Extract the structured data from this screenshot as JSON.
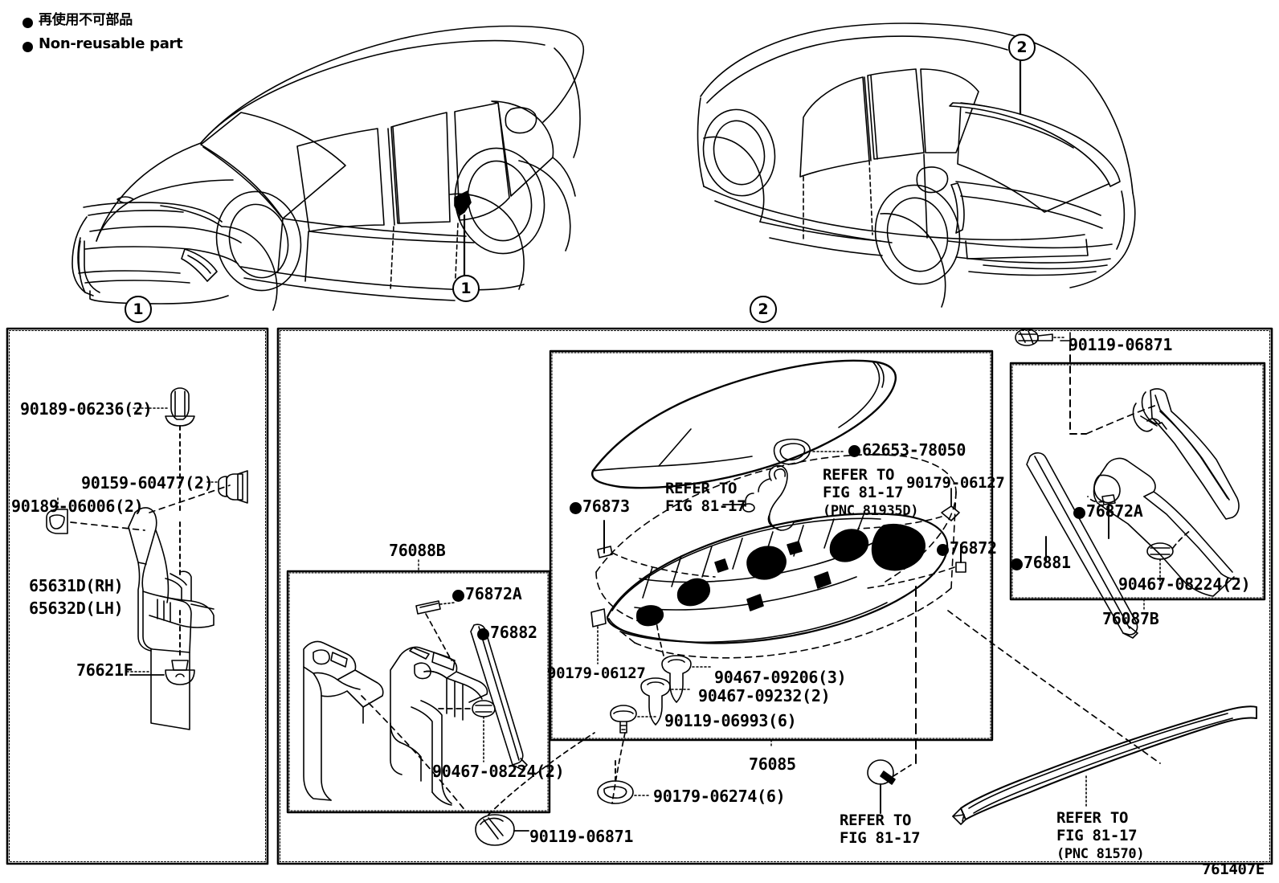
{
  "legend": {
    "jp": "再使用不可部品",
    "en": "Non-reusable part",
    "marker": "filled-circle"
  },
  "vehicle_views": [
    {
      "id": "view-1",
      "caption": "1",
      "callout": "1",
      "description": "front three-quarter view, left side"
    },
    {
      "id": "view-2",
      "caption": "2",
      "callout": "2",
      "description": "rear three-quarter view, right side"
    }
  ],
  "panels": {
    "left": {
      "name": "mudguard-panel",
      "labels": [
        {
          "key": "a",
          "text": "90189-06236(2)"
        },
        {
          "key": "b",
          "text": "90159-60477(2)"
        },
        {
          "key": "c",
          "text": "90189-06006(2)"
        },
        {
          "key": "d1",
          "text": "65631D(RH)"
        },
        {
          "key": "d2",
          "text": "65632D(LH)"
        },
        {
          "key": "e",
          "text": "76621F"
        }
      ]
    },
    "center": {
      "name": "spoiler-panel",
      "sub_76088b": {
        "title": "76088B",
        "labels": [
          {
            "key": "a",
            "text": "76872A",
            "bullet": true
          },
          {
            "key": "b",
            "text": "76882",
            "bullet": true
          },
          {
            "key": "c",
            "text": "90467-08224(2)",
            "bullet": false
          }
        ]
      },
      "sub_76085": {
        "title": "76085",
        "labels": [
          {
            "key": "a",
            "text": "62653-78050",
            "bullet": true
          },
          {
            "key": "b",
            "text": "76873",
            "bullet": true
          },
          {
            "key": "c",
            "text": "76872",
            "bullet": true
          },
          {
            "key": "d",
            "text": "90179-06127",
            "bullet": false
          },
          {
            "key": "e",
            "text": "90179-06127",
            "bullet": false
          },
          {
            "key": "f",
            "text": "90467-09206(3)",
            "bullet": false
          },
          {
            "key": "g",
            "text": "90467-09232(2)",
            "bullet": false
          },
          {
            "key": "h",
            "text": "90119-06993(6)",
            "bullet": false
          }
        ],
        "refer_notes": [
          {
            "key": "r1",
            "lines": [
              "REFER TO",
              "FIG 81-17"
            ]
          },
          {
            "key": "r2",
            "lines": [
              "REFER TO",
              "FIG 81-17",
              "(PNC 81935D)"
            ]
          }
        ]
      },
      "outside_labels": [
        {
          "key": "i",
          "text": "90179-06274(6)"
        },
        {
          "key": "j",
          "text": "90119-06871"
        },
        {
          "key": "k",
          "text": "90119-06871"
        }
      ],
      "refer_notes": [
        {
          "key": "r3",
          "lines": [
            "REFER TO",
            "FIG 81-17"
          ]
        },
        {
          "key": "r4",
          "lines": [
            "REFER TO",
            "FIG 81-17",
            "(PNC 81570)"
          ]
        }
      ]
    },
    "right": {
      "name": "roof-drip-panel",
      "title": "76087B",
      "labels": [
        {
          "key": "a",
          "text": "76872A",
          "bullet": true
        },
        {
          "key": "b",
          "text": "76881",
          "bullet": true
        },
        {
          "key": "c",
          "text": "90467-08224(2)",
          "bullet": false
        }
      ]
    }
  },
  "figure_code": "761407E",
  "colors": {
    "line": "#000000",
    "background": "#ffffff"
  }
}
